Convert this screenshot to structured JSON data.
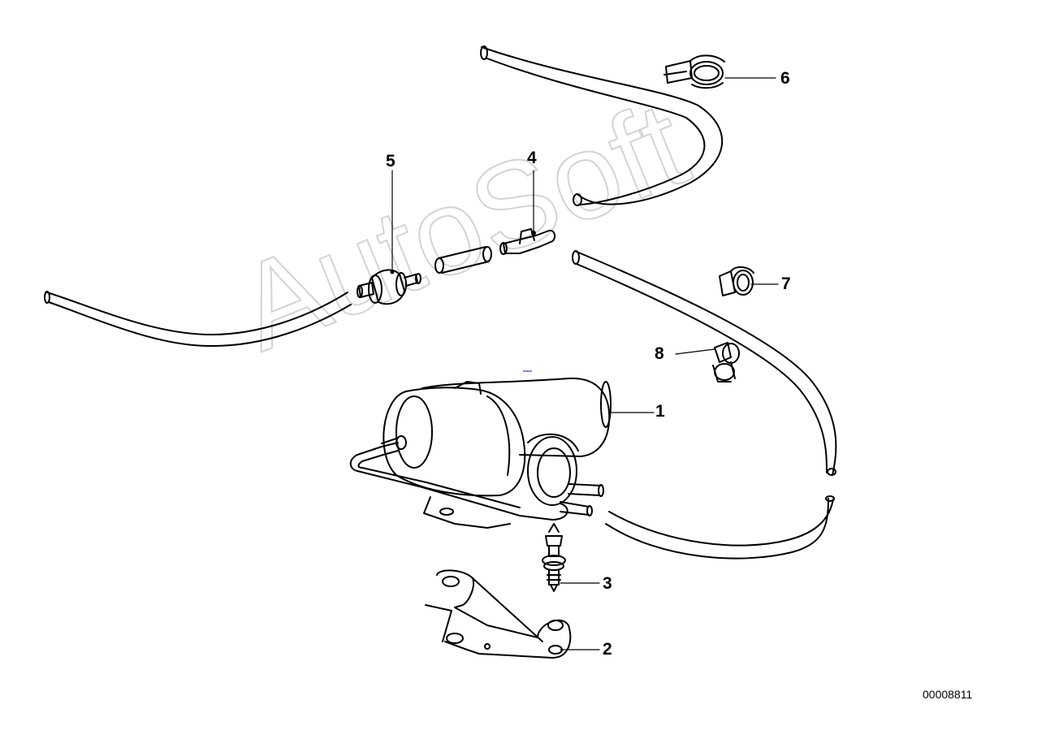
{
  "diagram": {
    "watermark_text": "AutoSoft",
    "document_number": "00008811",
    "callouts": [
      {
        "id": "1",
        "label": "1"
      },
      {
        "id": "2",
        "label": "2"
      },
      {
        "id": "3",
        "label": "3"
      },
      {
        "id": "4",
        "label": "4"
      },
      {
        "id": "5",
        "label": "5"
      },
      {
        "id": "6",
        "label": "6"
      },
      {
        "id": "7",
        "label": "7"
      },
      {
        "id": "8",
        "label": "8"
      }
    ],
    "colors": {
      "line": "#000000",
      "background": "#ffffff",
      "watermark_outline": "#cfcfcf"
    }
  }
}
